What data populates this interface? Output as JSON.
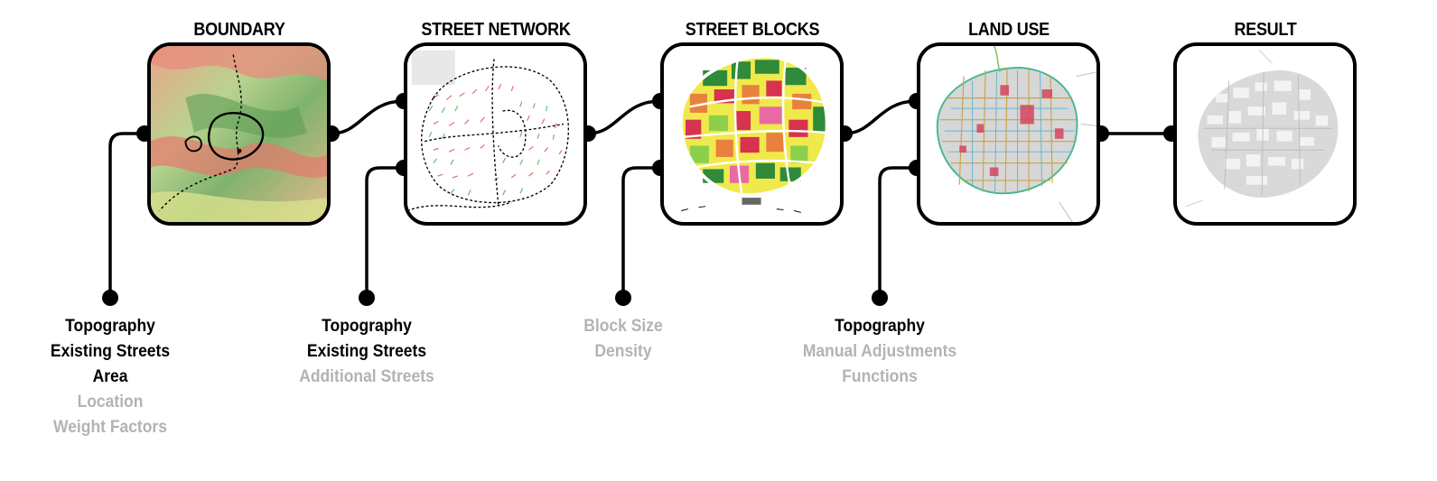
{
  "stages": [
    {
      "id": "boundary",
      "title": "BOUNDARY",
      "icon": "topography-boundary-map"
    },
    {
      "id": "street-network",
      "title": "STREET NETWORK",
      "icon": "street-vector-field"
    },
    {
      "id": "street-blocks",
      "title": "STREET BLOCKS",
      "icon": "colored-block-map"
    },
    {
      "id": "land-use",
      "title": "LAND USE",
      "icon": "land-use-plan"
    },
    {
      "id": "result",
      "title": "RESULT",
      "icon": "massing-model"
    }
  ],
  "parameters": {
    "boundary": [
      {
        "label": "Topography",
        "active": true
      },
      {
        "label": "Existing Streets",
        "active": true
      },
      {
        "label": "Area",
        "active": true
      },
      {
        "label": "Location",
        "active": false
      },
      {
        "label": "Weight Factors",
        "active": false
      }
    ],
    "street_network": [
      {
        "label": "Topography",
        "active": true
      },
      {
        "label": "Existing Streets",
        "active": true
      },
      {
        "label": "Additional Streets",
        "active": false
      }
    ],
    "street_blocks": [
      {
        "label": "Block Size",
        "active": false
      },
      {
        "label": "Density",
        "active": false
      }
    ],
    "land_use": [
      {
        "label": "Topography",
        "active": true
      },
      {
        "label": "Manual Adjustments",
        "active": false
      },
      {
        "label": "Functions",
        "active": false
      }
    ]
  },
  "colors": {
    "line": "#000000",
    "active_text": "#000000",
    "inactive_text": "#b3b3b3"
  }
}
